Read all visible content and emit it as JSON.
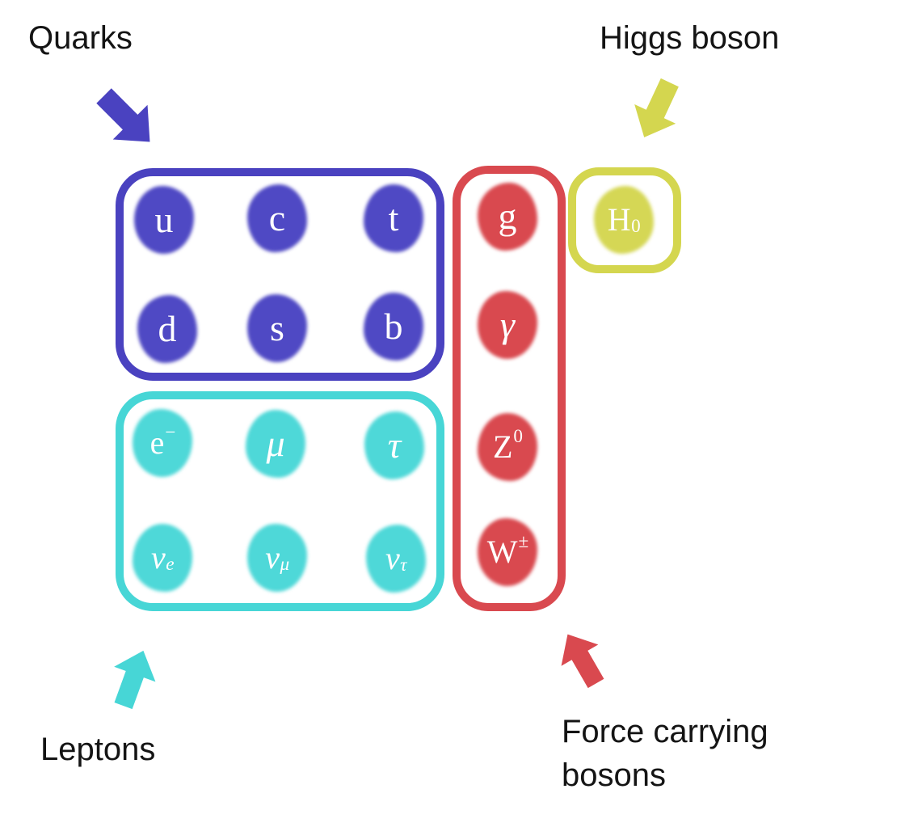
{
  "labels": {
    "quarks": "Quarks",
    "higgs_boson": "Higgs boson",
    "leptons": "Leptons",
    "force_bosons_line1": "Force carrying",
    "force_bosons_line2": "bosons"
  },
  "particles": {
    "quarks": [
      {
        "base": "u"
      },
      {
        "base": "c"
      },
      {
        "base": "t"
      },
      {
        "base": "d"
      },
      {
        "base": "s"
      },
      {
        "base": "b"
      }
    ],
    "leptons": [
      {
        "base": "e",
        "sup": "−"
      },
      {
        "base": "μ"
      },
      {
        "base": "τ"
      },
      {
        "base": "ν",
        "sub": "e"
      },
      {
        "base": "ν",
        "sub": "μ"
      },
      {
        "base": "ν",
        "sub": "τ"
      }
    ],
    "bosons": [
      {
        "base": "g"
      },
      {
        "base": "γ"
      },
      {
        "base": "Z",
        "sup": "0"
      },
      {
        "base": "W",
        "sup": "±"
      }
    ],
    "higgs": [
      {
        "base": "H",
        "sub": "0"
      }
    ]
  },
  "colors": {
    "quark_blue": "#4a42c0",
    "lepton_cyan": "#47d6d6",
    "boson_red": "#d9494f",
    "higgs_yellow": "#d4d64f",
    "label_text": "#141414",
    "particle_text": "#ffffff",
    "background": "#ffffff"
  }
}
